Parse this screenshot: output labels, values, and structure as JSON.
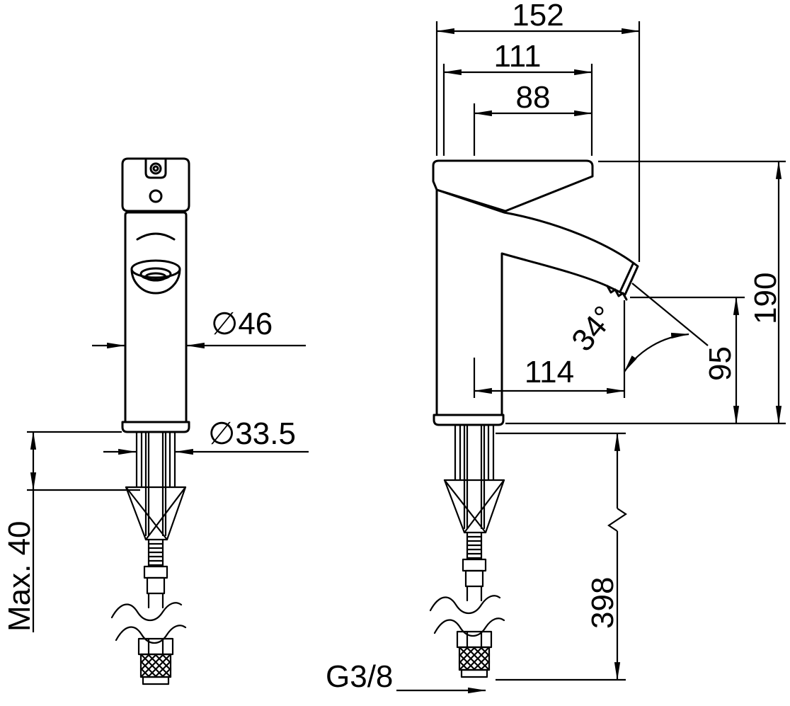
{
  "page": {
    "background_color": "#ffffff",
    "line_color": "#000000"
  },
  "front_view": {
    "body_diameter": "∅46",
    "shank_diameter": "∅33.5",
    "max_deck_thickness": "Max. 40"
  },
  "side_view": {
    "total_depth": "152",
    "upper_depth": "111",
    "handle_depth": "88",
    "total_height": "190",
    "spout_height": "95",
    "spout_reach": "114",
    "stream_angle": "34°",
    "hose_length": "398",
    "connection_thread": "G3/8"
  }
}
